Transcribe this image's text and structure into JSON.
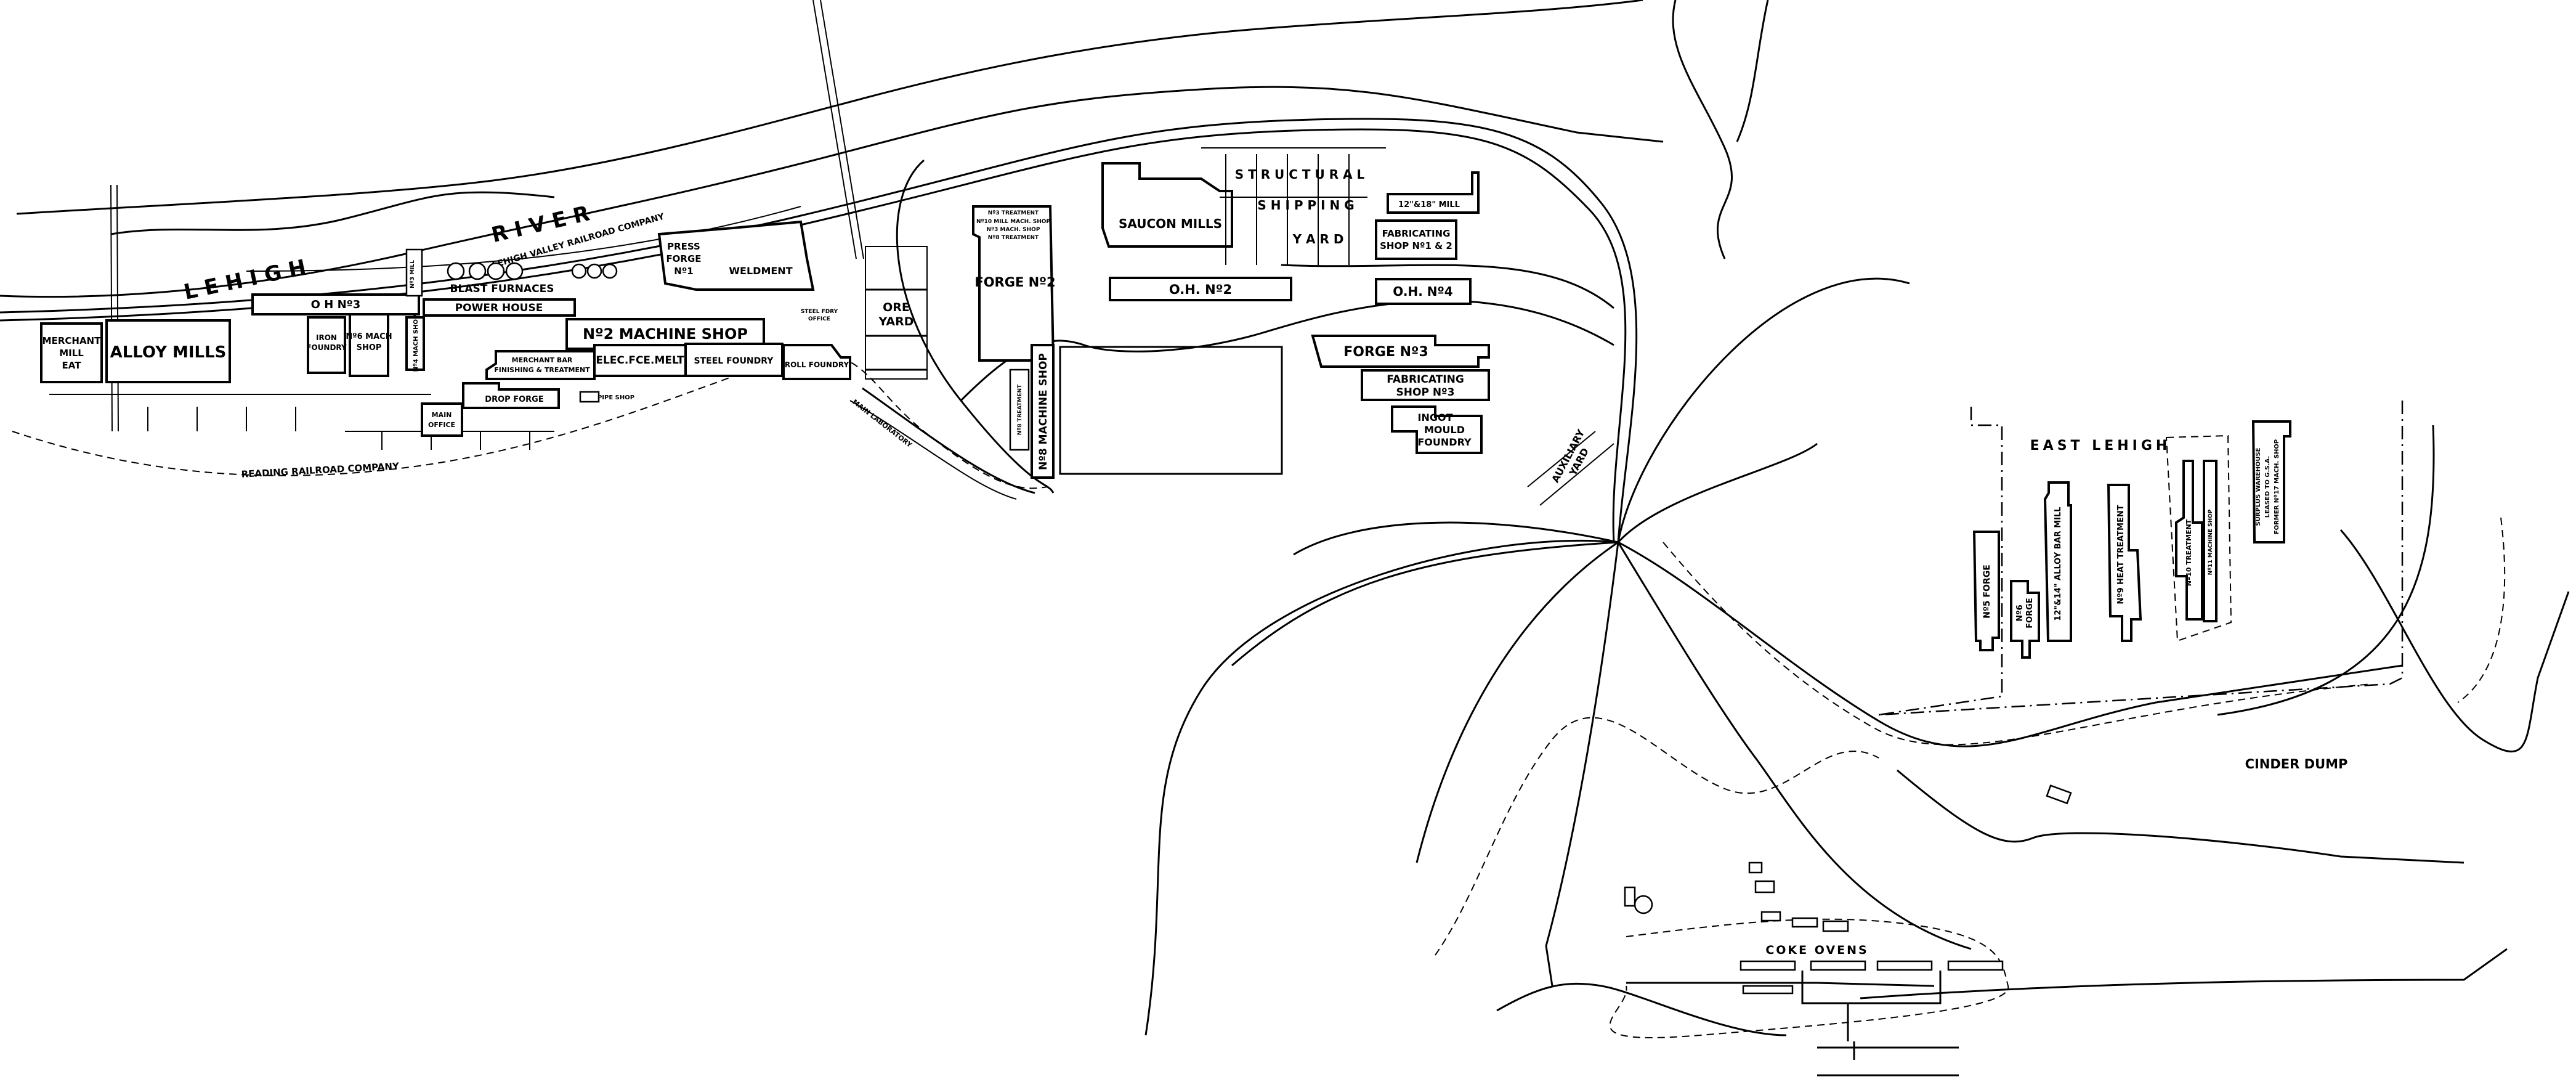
{
  "river": {
    "word1": "L E H I G H",
    "word2": "R I V E R"
  },
  "railroads": {
    "lehigh_valley": "LEHIGH VALLEY RAILROAD COMPANY",
    "reading": "READING RAILROAD COMPANY"
  },
  "areas": {
    "east_lehigh": "EAST LEHIGH",
    "cinder_dump": "CINDER DUMP",
    "coke_ovens": "COKE OVENS",
    "ore_yard": [
      "ORE",
      "YARD"
    ],
    "structural_shipping_yard": [
      "S T R U C T U R A L",
      "S H I P P I N G",
      "Y A R D"
    ],
    "auxiliary_yard": [
      "AUXILIARY",
      "YARD"
    ],
    "blast_furnaces": "BLAST FURNACES"
  },
  "buildings": {
    "merchant_mill": [
      "MERCHANT",
      "MILL",
      "EAT"
    ],
    "alloy_mills": "ALLOY MILLS",
    "oh3": "O H Nº3",
    "power_house": "POWER HOUSE",
    "no3_mill": "Nº3 MILL",
    "press_forge": [
      "PRESS",
      "FORGE",
      "Nº1"
    ],
    "weldment": "WELDMENT",
    "iron_foundry": [
      "IRON",
      "FOUNDRY"
    ],
    "no6_mach_shop": [
      "Nº6 MACH",
      "SHOP"
    ],
    "no4_mach_shop": "Nº4 MACH SHOP",
    "no2_machine_shop": "Nº2 MACHINE SHOP",
    "merchant_bar": [
      "MERCHANT BAR",
      "FINISHING & TREATMENT"
    ],
    "elec_fce_melt": "ELEC.FCE.MELT",
    "steel_foundry": "STEEL FOUNDRY",
    "roll_foundry": "ROLL FOUNDRY",
    "drop_forge": "DROP FORGE",
    "pipe_shop": "PIPE SHOP",
    "main_office": [
      "MAIN",
      "OFFICE"
    ],
    "steel_fdry_office": [
      "STEEL FDRY",
      "OFFICE"
    ],
    "forge2": "FORGE Nº2",
    "forge2_annex": [
      "Nº3 TREATMENT",
      "Nº10 MILL MACH. SHOP",
      "Nº3 MACH. SHOP",
      "Nº8 TREATMENT"
    ],
    "saucon_mills": "SAUCON MILLS",
    "mill_12_18": "12\"&18\" MILL",
    "fab_shop_1_2": [
      "FABRICATING",
      "SHOP Nº1 & 2"
    ],
    "oh2": "O.H. Nº2",
    "oh4": "O.H. Nº4",
    "forge3": "FORGE Nº3",
    "fab_shop_3": [
      "FABRICATING",
      "SHOP Nº3"
    ],
    "ingot_mould_foundry": [
      "INGOT",
      "MOULD",
      "FOUNDRY"
    ],
    "no8_machine_shop": "Nº8 MACHINE SHOP",
    "no8_treatment": "Nº8 TREATMENT",
    "main_laboratory": "MAIN LABORATORY",
    "no5_forge": "Nº5 FORGE",
    "no6_forge": [
      "Nº6",
      "FORGE"
    ],
    "alloy_bar_mill": "12\"&14\" ALLOY BAR MILL",
    "no9_heat_treatment": "Nº9 HEAT TREATMENT",
    "no10_treatment": "Nº10 TREATMENT",
    "no11_machine_shop": "Nº11 MACHINE SHOP",
    "surplus_warehouse": [
      "SURPLUS WAREHOUSE",
      "LEASED TO G.S.A.",
      "FORMER Nº17 MACH. SHOP"
    ]
  }
}
